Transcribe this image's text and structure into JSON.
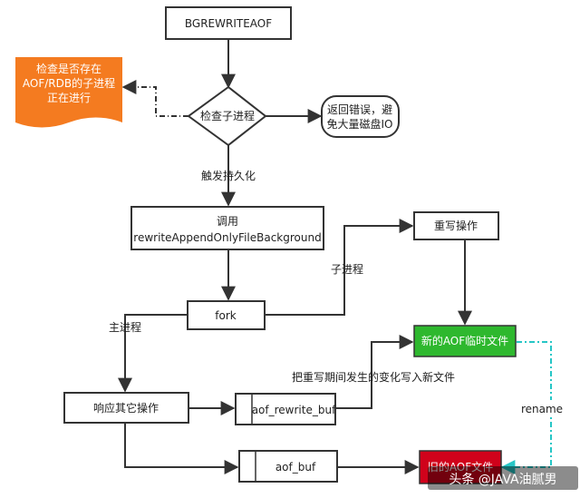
{
  "nodes": {
    "bgrewriteaof": "BGREWRITEAOF",
    "check_exist": [
      "检查是否存在",
      "AOF/RDB的子进程",
      "正在进行"
    ],
    "check_child": "检查子进程",
    "return_error": [
      "返回错误，避",
      "免大量磁盘IO"
    ],
    "call_rewrite": [
      "调用",
      "rewriteAppendOnlyFileBackground"
    ],
    "fork": "fork",
    "rewrite_op": "重写操作",
    "new_aof_temp": "新的AOF临时文件",
    "respond_other": "响应其它操作",
    "aof_rewrite_buf": "aof_rewrite_buf",
    "aof_buf": "aof_buf",
    "old_aof": "旧的AOF文件"
  },
  "edges": {
    "trigger": "触发持久化",
    "child_process": "子进程",
    "main_process": "主进程",
    "write_changes": "把重写期间发生的变化写入新文件",
    "rename": "rename"
  },
  "watermark": "头条 @JAVA油腻男",
  "colors": {
    "orange": "#f47b20",
    "green": "#2eb82e",
    "red": "#d0021b",
    "cyan": "#26c6c6",
    "stroke": "#333333"
  }
}
